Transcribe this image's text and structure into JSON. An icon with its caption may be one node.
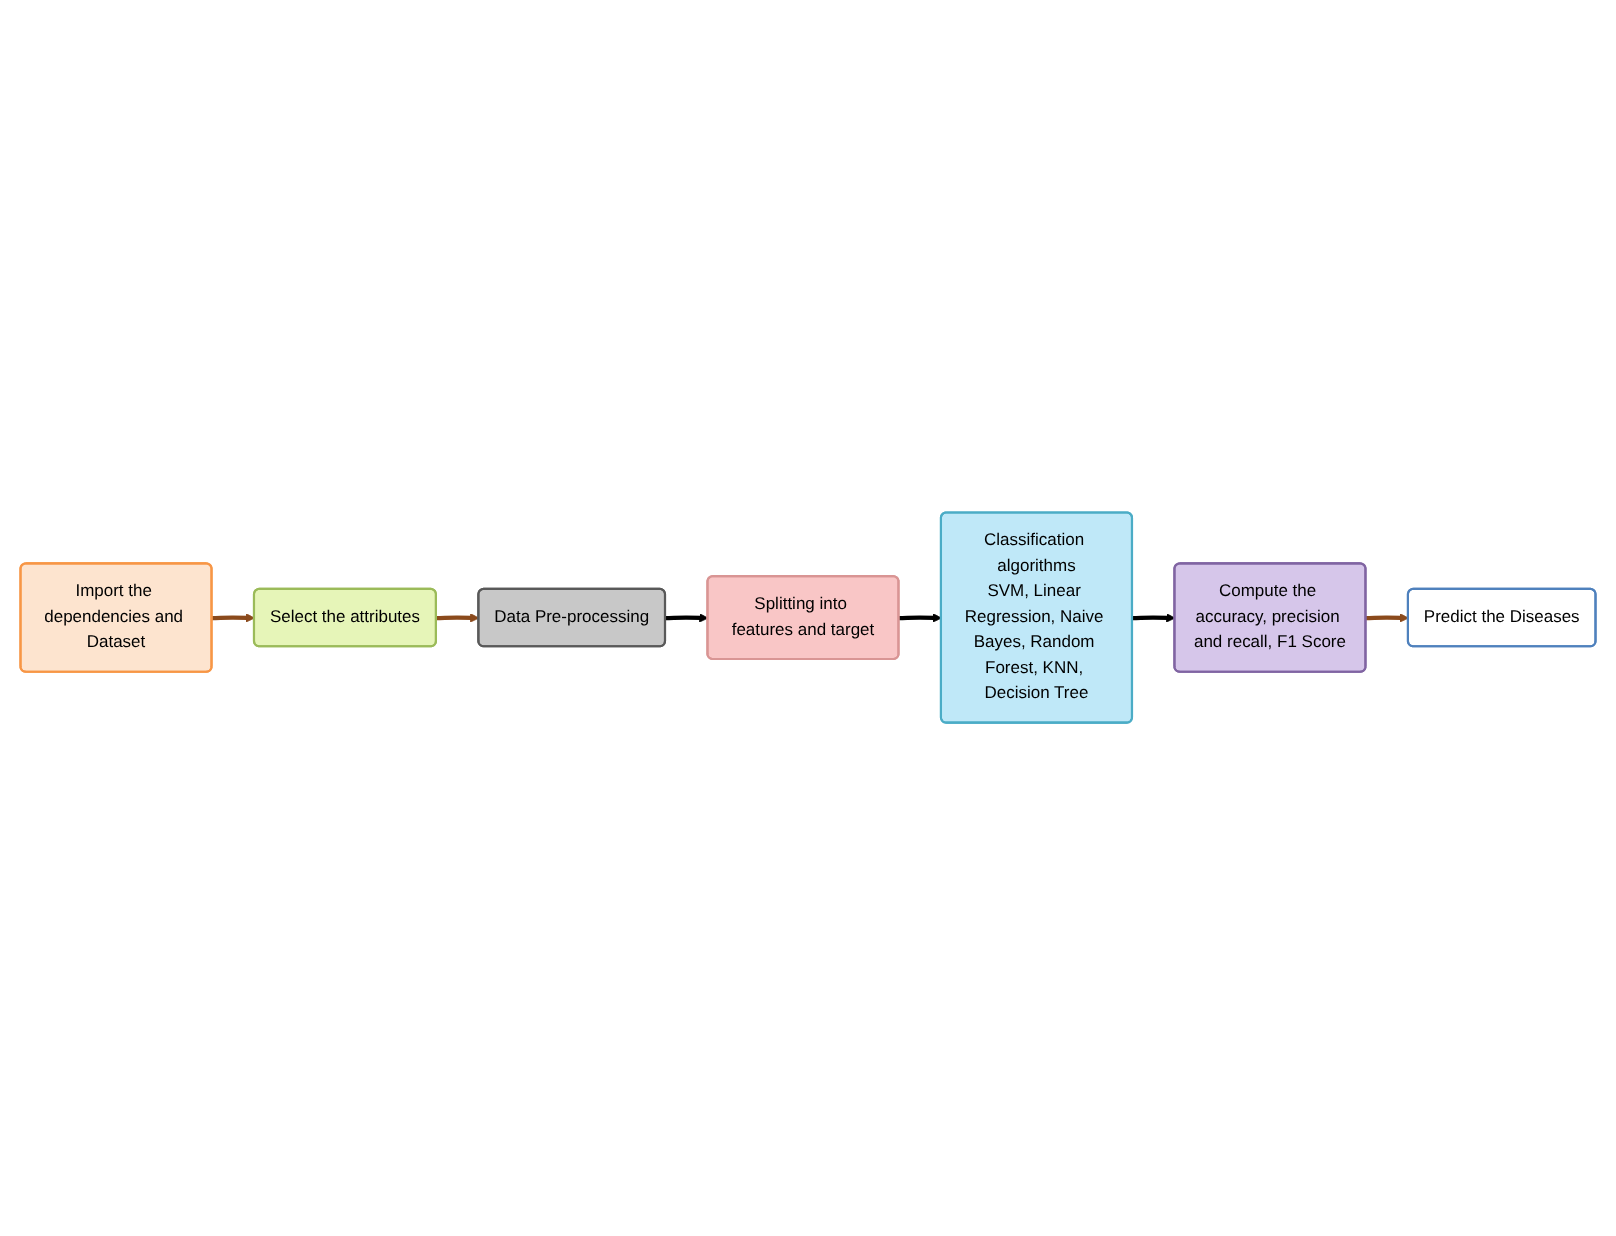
{
  "diagram": {
    "nodes": [
      {
        "text": [
          "Import the dependencies and Dataset"
        ]
      },
      {
        "text": [
          "Select the attributes"
        ]
      },
      {
        "text": [
          "Data Pre-processing"
        ]
      },
      {
        "text": [
          "Splitting into features and target"
        ]
      },
      {
        "text": [
          "Classification algorithms",
          "SVM, Linear Regression, Naive Bayes, Random Forest, KNN, Decision Tree"
        ]
      },
      {
        "text": [
          "Compute the accuracy, precision and recall, F1 Score"
        ]
      },
      {
        "text": [
          "Predict the Diseases"
        ]
      }
    ],
    "edges": [
      {
        "from": 0,
        "to": 1,
        "arrow": "to",
        "color": "#8b4a1c"
      },
      {
        "from": 1,
        "to": 2,
        "arrow": "to",
        "color": "#8b4a1c"
      },
      {
        "from": 2,
        "to": 3,
        "arrow": "to",
        "color": "#000000"
      },
      {
        "from": 3,
        "to": 4,
        "arrow": "to",
        "color": "#000000"
      },
      {
        "from": 4,
        "to": 5,
        "arrow": "to",
        "color": "#000000"
      },
      {
        "from": 5,
        "to": 6,
        "arrow": "to",
        "color": "#8b4a1c"
      }
    ]
  }
}
